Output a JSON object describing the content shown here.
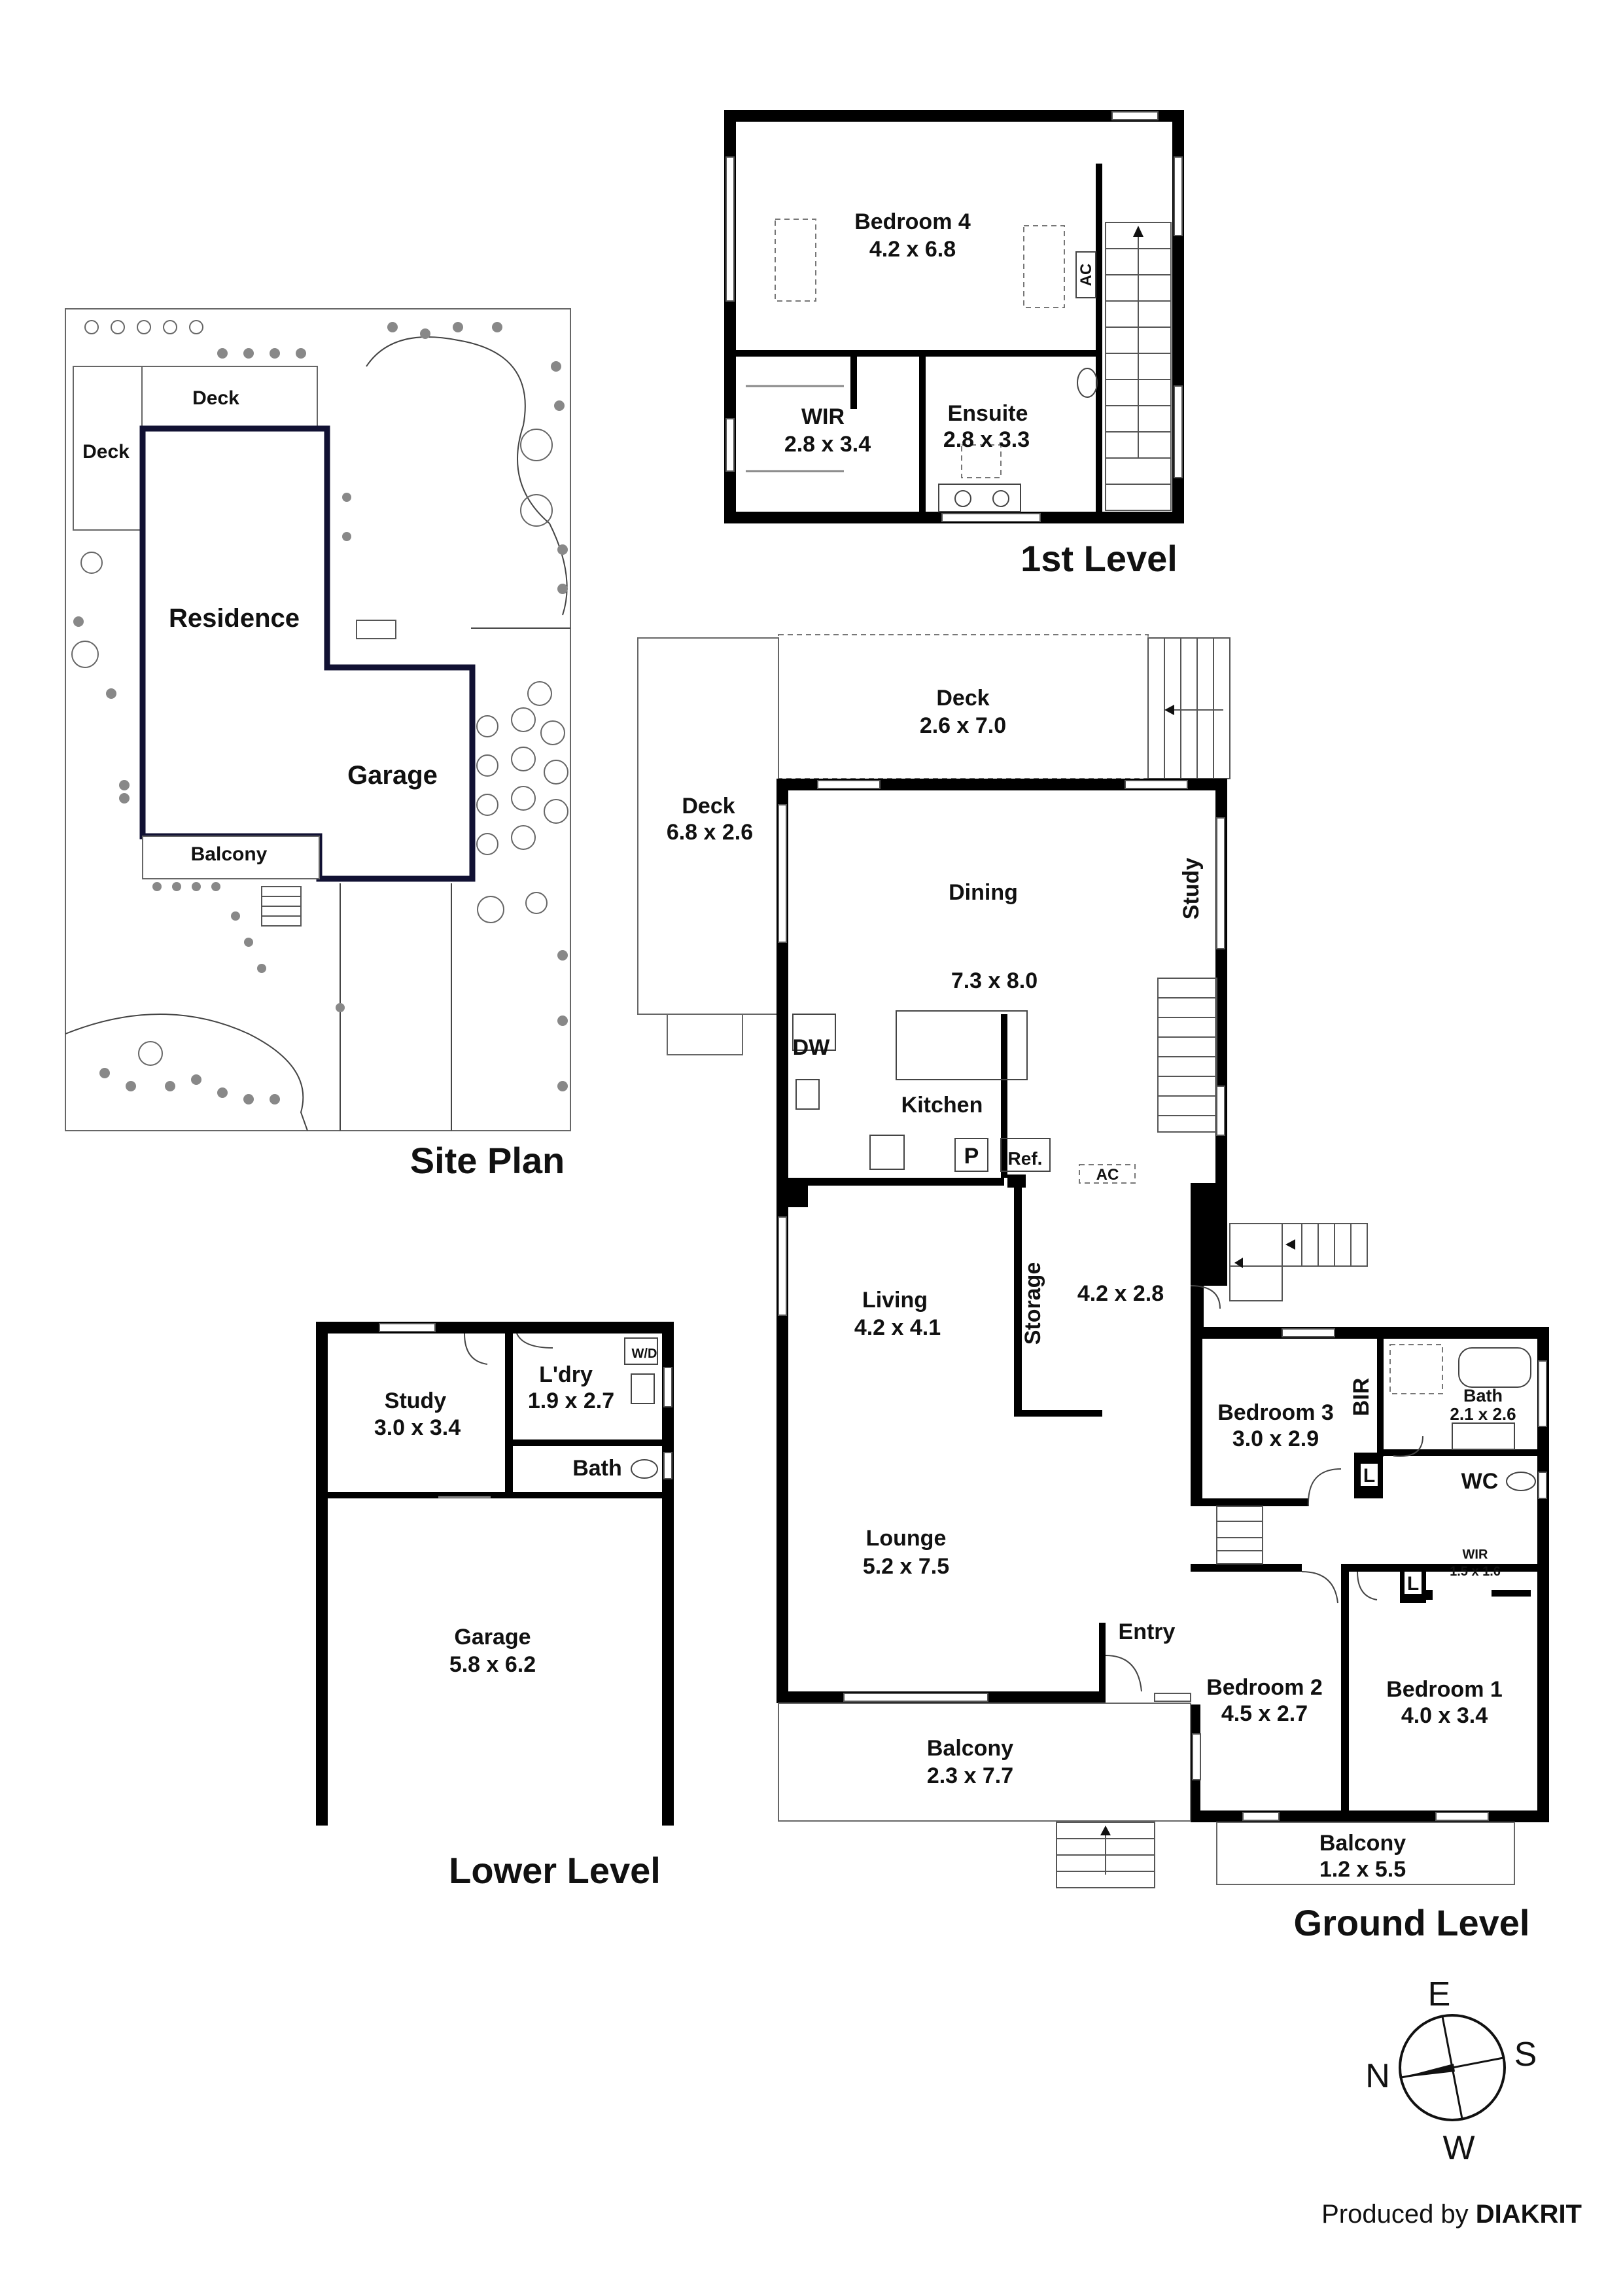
{
  "site_plan": {
    "title": "Site Plan",
    "labels": {
      "deck_top": "Deck",
      "deck_left": "Deck",
      "residence": "Residence",
      "garage": "Garage",
      "balcony": "Balcony"
    }
  },
  "first_level": {
    "title": "1st Level",
    "rooms": [
      {
        "name": "Bedroom 4",
        "dims": "4.2 x 6.8"
      },
      {
        "name": "WIR",
        "dims": "2.8 x 3.4"
      },
      {
        "name": "Ensuite",
        "dims": "2.8 x 3.3"
      }
    ],
    "ac": "AC"
  },
  "ground_level": {
    "title": "Ground Level",
    "deck_rear": {
      "name": "Deck",
      "dims": "2.6 x 7.0"
    },
    "deck_side": {
      "name": "Deck",
      "dims": "6.8 x 2.6"
    },
    "dining": {
      "name": "Dining",
      "dims": "7.3 x 8.0"
    },
    "study": "Study",
    "dw": "DW",
    "kitchen": "Kitchen",
    "pantry": "P",
    "ref": "Ref.",
    "ac": "AC",
    "living": {
      "name": "Living",
      "dims": "4.2 x 4.1"
    },
    "storage": "Storage",
    "hall_dims": "4.2 x 2.8",
    "lounge": {
      "name": "Lounge",
      "dims": "5.2 x 7.5"
    },
    "entry": "Entry",
    "balcony_front": {
      "name": "Balcony",
      "dims": "2.3 x 7.7"
    },
    "bedroom3": {
      "name": "Bedroom 3",
      "dims": "3.0 x 2.9"
    },
    "bir": "BIR",
    "bath": {
      "name": "Bath",
      "dims": "2.1 x 2.6"
    },
    "linen1": "L",
    "wc": "WC",
    "wir": {
      "name": "WIR",
      "dims": "1.5 x 1.6"
    },
    "linen2": "L",
    "bedroom2": {
      "name": "Bedroom 2",
      "dims": "4.5 x 2.7"
    },
    "bedroom1": {
      "name": "Bedroom 1",
      "dims": "4.0 x 3.4"
    },
    "balcony_bed": {
      "name": "Balcony",
      "dims": "1.2 x 5.5"
    }
  },
  "lower_level": {
    "title": "Lower Level",
    "study": {
      "name": "Study",
      "dims": "3.0 x 3.4"
    },
    "laundry": {
      "name": "L'dry",
      "dims": "1.9 x 2.7"
    },
    "wd": "W/D",
    "bath": "Bath",
    "garage": {
      "name": "Garage",
      "dims": "5.8 x 6.2"
    }
  },
  "compass": {
    "e": "E",
    "s": "S",
    "n": "N",
    "w": "W"
  },
  "credit": {
    "prefix": "Produced by ",
    "brand": "DIAKRIT"
  }
}
